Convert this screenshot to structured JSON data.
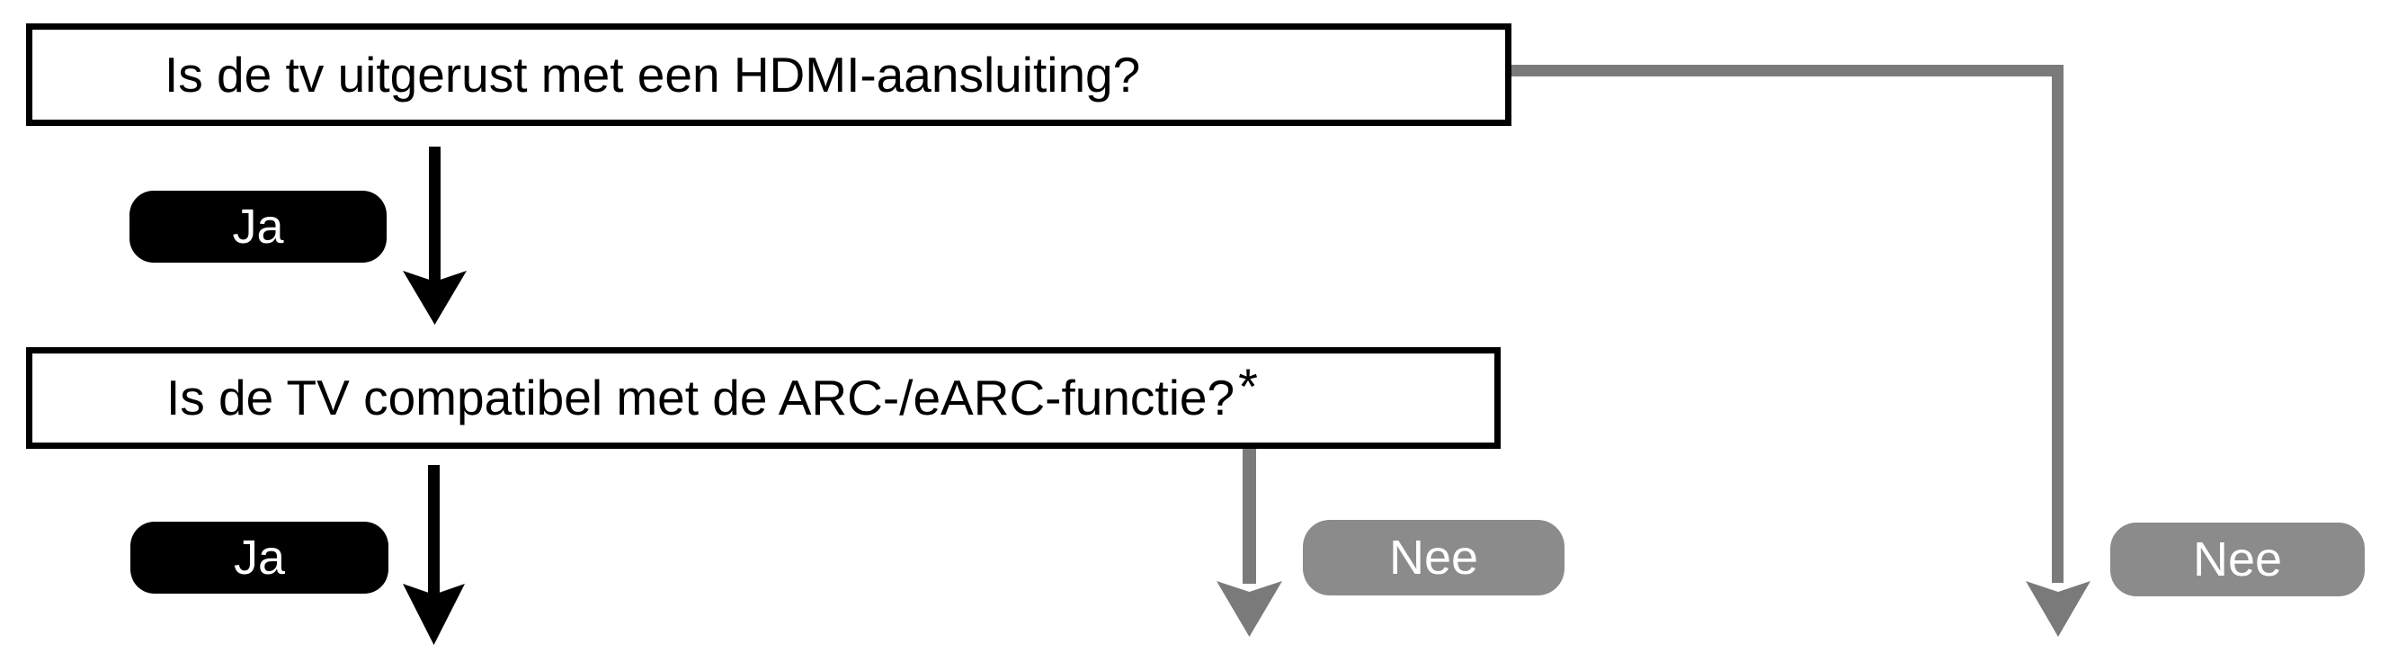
{
  "flow": {
    "questions": [
      {
        "text": "Is de tv uitgerust met een HDMI-aansluiting?",
        "marker": ""
      },
      {
        "text": "Is de TV compatibel met de ARC-/eARC-functie?",
        "marker": "*"
      }
    ],
    "answers": {
      "yes_top": "Ja",
      "yes_bottom": "Ja",
      "no_middle": "Nee",
      "no_right": "Nee"
    }
  },
  "colors": {
    "c-ink": "#000000",
    "c-connector": "#7a7a7a",
    "c-badge": "#8b8b8b",
    "c-bg": "#ffffff"
  }
}
